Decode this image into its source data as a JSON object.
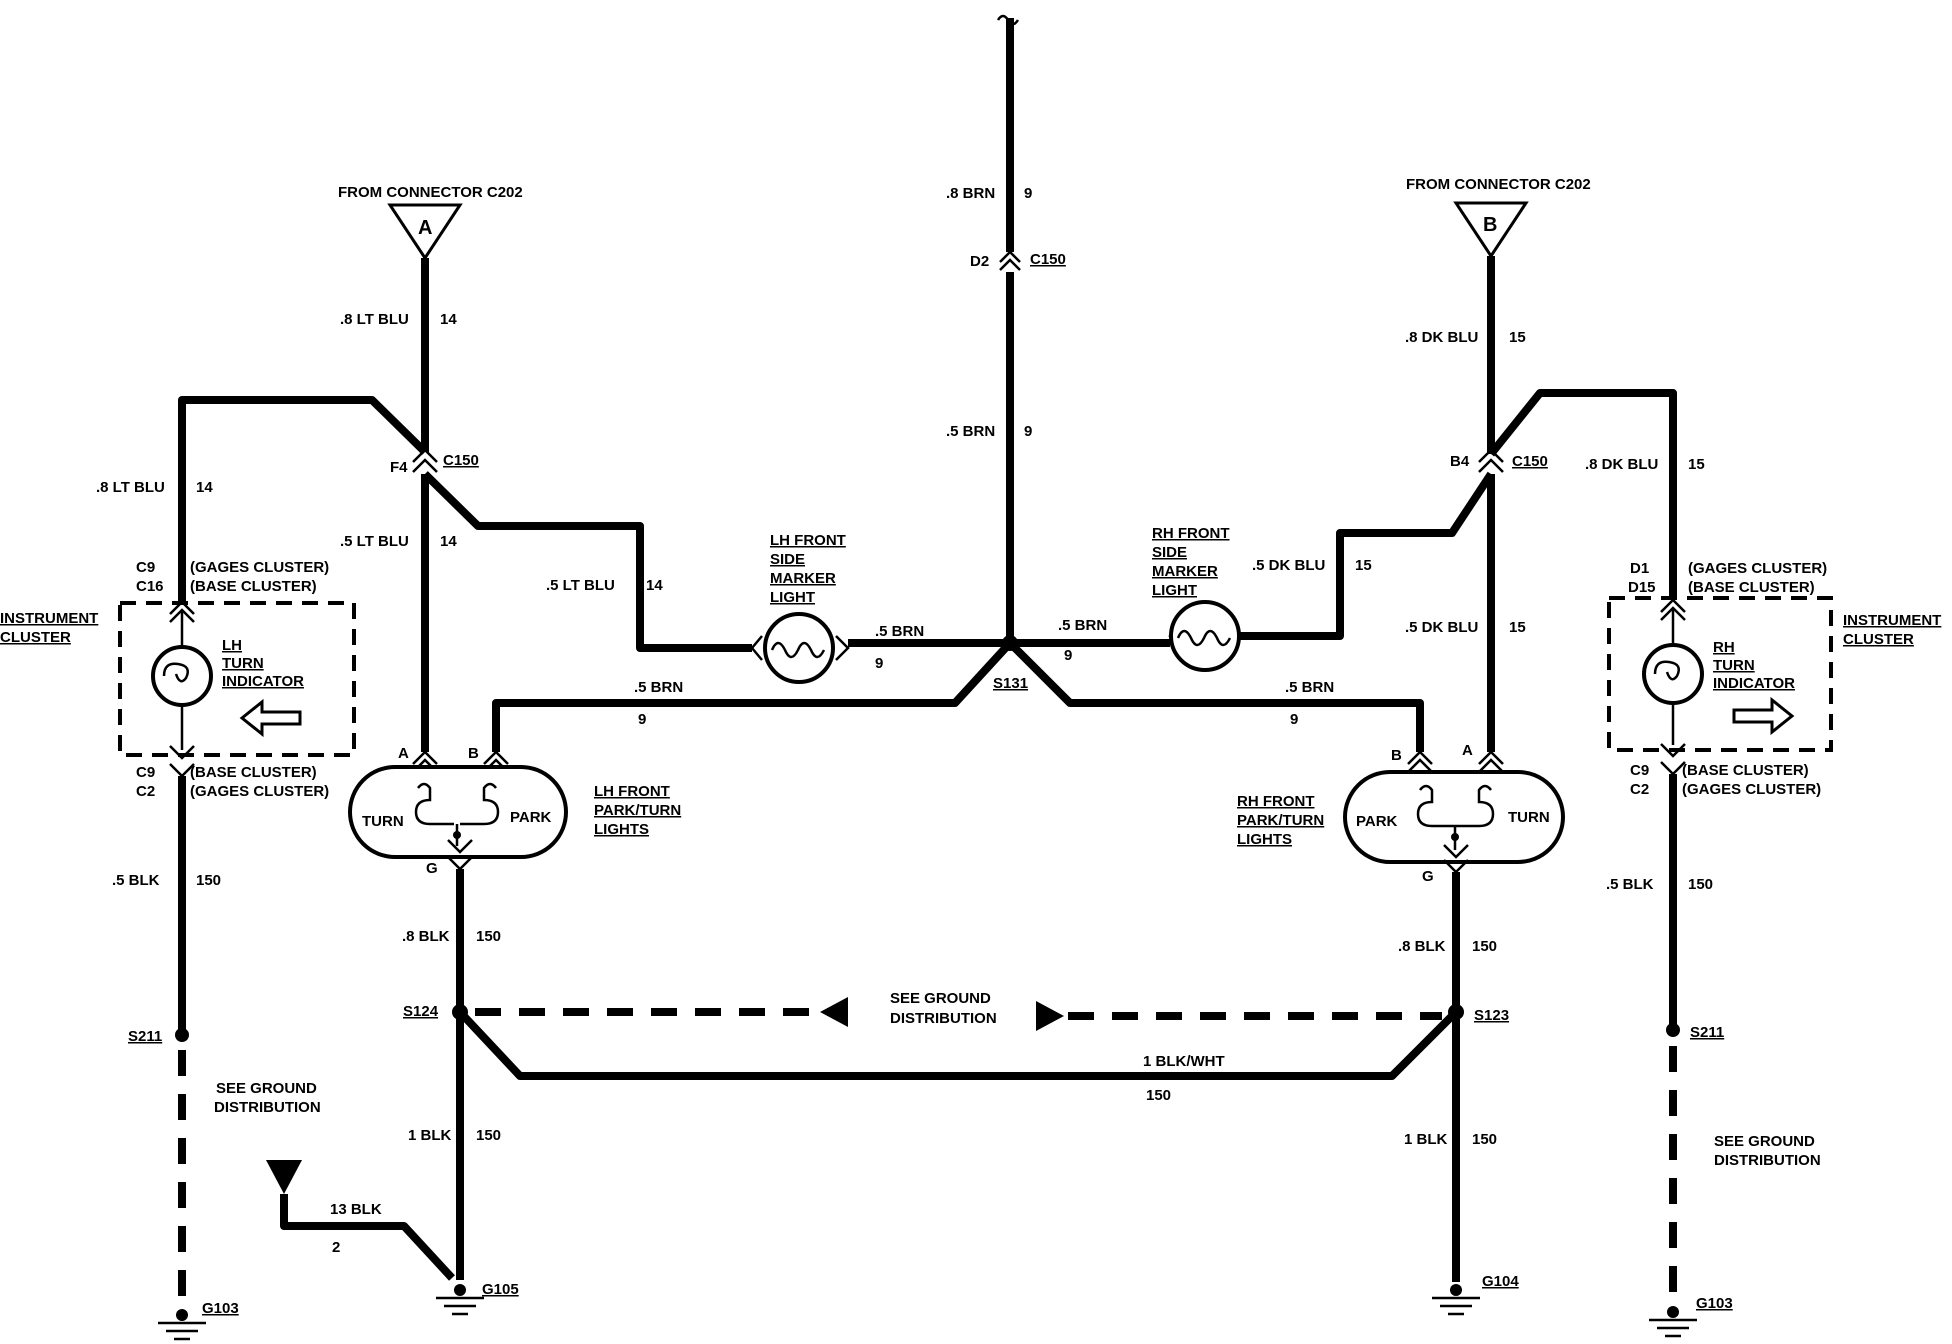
{
  "labels": {
    "from_a": "FROM CONNECTOR C202",
    "conn_a": "A",
    "from_b": "FROM CONNECTOR C202",
    "conn_b": "B",
    "w_top_brn": ".8 BRN",
    "c_top_brn": "9",
    "pin_d2": "D2",
    "c150_center": "C150",
    "w_mid_brn": ".5 BRN",
    "c_mid_brn": "9",
    "w_8ltblu": ".8 LT BLU",
    "c_8ltblu": "14",
    "w_8ltblu_l": ".8 LT BLU",
    "c_8ltblu_l": "14",
    "pin_f4": "F4",
    "c150_left": "C150",
    "w_5ltblu": ".5 LT BLU",
    "c_5ltblu": "14",
    "w_5ltblu_b": ".5 LT BLU",
    "c_5ltblu_b": "14",
    "w_8dkblu": ".8 DK BLU",
    "c_8dkblu": "15",
    "w_8dkblu_r": ".8 DK BLU",
    "c_8dkblu_r": "15",
    "pin_b4": "B4",
    "c150_right": "C150",
    "w_5dkblu": ".5 DK BLU",
    "c_5dkblu": "15",
    "w_5dkblu_b": ".5 DK BLU",
    "c_5dkblu_b": "15",
    "lh_marker_1": "LH FRONT",
    "lh_marker_2": "SIDE",
    "lh_marker_3": "MARKER",
    "lh_marker_4": "LIGHT",
    "rh_marker_1": "RH FRONT",
    "rh_marker_2": "SIDE",
    "rh_marker_3": "MARKER",
    "rh_marker_4": "LIGHT",
    "w_brn_lhm": ".5 BRN",
    "c_brn_lhm": "9",
    "w_brn_rhm": ".5 BRN",
    "c_brn_rhm": "9",
    "s131": "S131",
    "w_brn_lp": ".5 BRN",
    "c_brn_lp": "9",
    "w_brn_rp": ".5 BRN",
    "c_brn_rp": "9",
    "l_c9": "C9",
    "l_c16": "C16",
    "l_gages_top": "(GAGES CLUSTER)",
    "l_base_top": "(BASE CLUSTER)",
    "l_ic_1": "INSTRUMENT",
    "l_ic_2": "CLUSTER",
    "l_ti_1": "LH",
    "l_ti_2": "TURN",
    "l_ti_3": "INDICATOR",
    "l_c9b": "C9",
    "l_c2": "C2",
    "l_base_bot": "(BASE CLUSTER)",
    "l_gages_bot": "(GAGES CLUSTER)",
    "r_d1": "D1",
    "r_d15": "D15",
    "r_gages_top": "(GAGES CLUSTER)",
    "r_base_top": "(BASE CLUSTER)",
    "r_ic_1": "INSTRUMENT",
    "r_ic_2": "CLUSTER",
    "r_ti_1": "RH",
    "r_ti_2": "TURN",
    "r_ti_3": "INDICATOR",
    "r_c9": "C9",
    "r_c2": "C2",
    "r_base_bot": "(BASE CLUSTER)",
    "r_gages_bot": "(GAGES CLUSTER)",
    "lp_a": "A",
    "lp_b": "B",
    "lp_turn": "TURN",
    "lp_park": "PARK",
    "lp_g": "G",
    "lp_1": "LH FRONT",
    "lp_2": "PARK/TURN",
    "lp_3": "LIGHTS",
    "rp_b": "B",
    "rp_a": "A",
    "rp_park": "PARK",
    "rp_turn": "TURN",
    "rp_g": "G",
    "rp_1": "RH FRONT",
    "rp_2": "PARK/TURN",
    "rp_3": "LIGHTS",
    "w_5blk_l": ".5 BLK",
    "c_5blk_l": "150",
    "w_5blk_r": ".5 BLK",
    "c_5blk_r": "150",
    "w_8blk_l": ".8 BLK",
    "c_8blk_l": "150",
    "w_8blk_r": ".8 BLK",
    "c_8blk_r": "150",
    "s124": "S124",
    "s123": "S123",
    "sgd_mid_1": "SEE GROUND",
    "sgd_mid_2": "DISTRIBUTION",
    "w_blkwht": "1 BLK/WHT",
    "c_blkwht": "150",
    "s211_l": "S211",
    "s211_r": "S211",
    "sgd_l_1": "SEE GROUND",
    "sgd_l_2": "DISTRIBUTION",
    "sgd_r_1": "SEE GROUND",
    "sgd_r_2": "DISTRIBUTION",
    "w_1blk_l": "1 BLK",
    "c_1blk_l": "150",
    "w_1blk_r": "1 BLK",
    "c_1blk_r": "150",
    "w_13blk": "13 BLK",
    "c_13blk": "2",
    "g105": "G105",
    "g104": "G104",
    "g103_l": "G103",
    "g103_r": "G103"
  }
}
